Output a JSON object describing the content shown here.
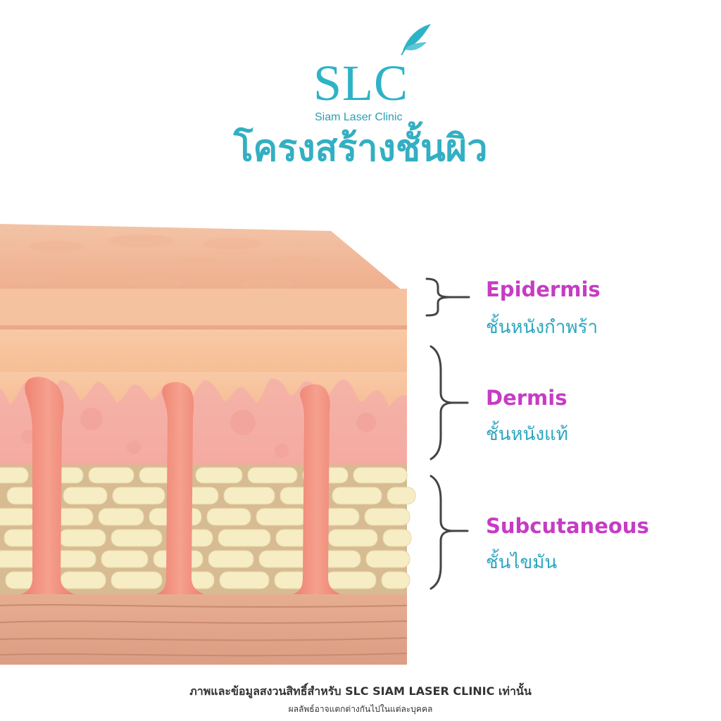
{
  "logo": {
    "name": "SLC",
    "tagline": "Siam Laser Clinic"
  },
  "title": "โครงสร้างชั้นผิว",
  "layers": [
    {
      "name": "Epidermis",
      "thai": "ชั้นหนังกำพร้า"
    },
    {
      "name": "Dermis",
      "thai": "ชั้นหนังแท้"
    },
    {
      "name": "Subcutaneous",
      "thai": "ชั้นไขมัน"
    }
  ],
  "footer": {
    "line1": "ภาพและข้อมูลสงวนสิทธิ์สำหรับ SLC SIAM LASER CLINIC เท่านั้น",
    "line2": "ผลลัพธ์อาจแตกต่างกันไปในแต่ละบุคคล"
  },
  "colors": {
    "brand": "#2db3c6",
    "label_en": "#c63cc4",
    "label_th": "#2ca7c0",
    "bracket": "#444444"
  }
}
